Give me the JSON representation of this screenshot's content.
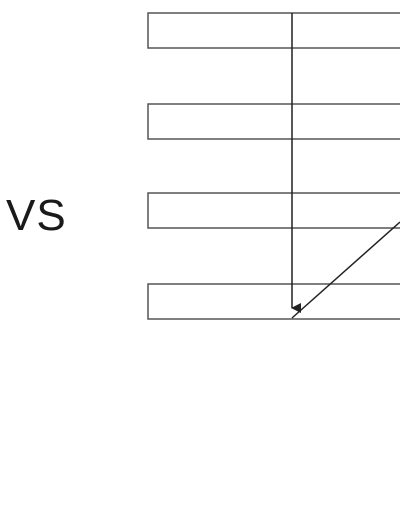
{
  "label": {
    "text": "VS"
  },
  "diagram": {
    "stroke_color": "#555555",
    "arrow_color": "#222222",
    "boxes": [
      {
        "name": "box-1"
      },
      {
        "name": "box-2"
      },
      {
        "name": "box-3"
      },
      {
        "name": "box-4"
      }
    ],
    "connections": [
      {
        "name": "vertical-arrow",
        "from": "box-1",
        "to": "box-4"
      },
      {
        "name": "diagonal-line",
        "from": "box-3",
        "to": "box-4"
      }
    ]
  }
}
